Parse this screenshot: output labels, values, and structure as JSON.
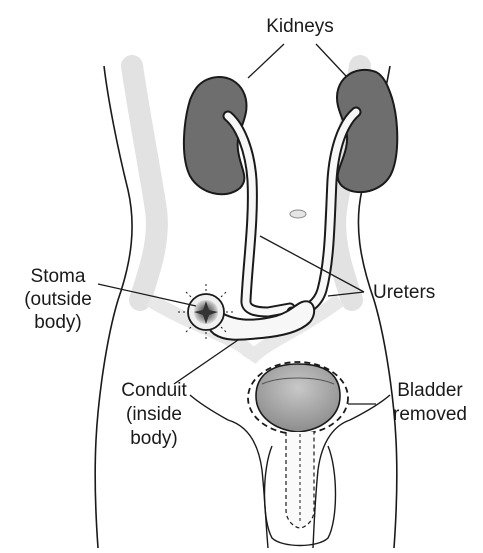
{
  "labels": {
    "kidneys": "Kidneys",
    "stoma": [
      "Stoma",
      "(outside",
      "body)"
    ],
    "ureters": "Ureters",
    "conduit": [
      "Conduit",
      "(inside",
      "body)"
    ],
    "bladder": [
      "Bladder",
      "removed"
    ]
  },
  "colors": {
    "background": "#ffffff",
    "body_fill": "#f4f4f4",
    "shading": "#dcdcdc",
    "kidney_fill": "#6e6e6e",
    "organ_fill": "#f7f7f7",
    "bladder_fill": "#9a9a9a",
    "outline": "#1a1a1a"
  }
}
